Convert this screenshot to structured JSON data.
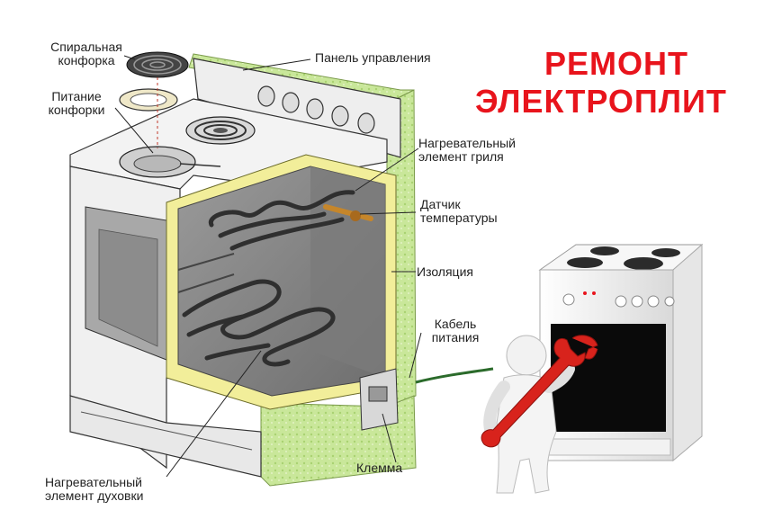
{
  "title": {
    "line1": "РЕМОНТ",
    "line2": "ЭЛЕКТРОПЛИТ"
  },
  "labels": {
    "spiral_burner_1": "Спиральная",
    "spiral_burner_2": "конфорка",
    "burner_power_1": "Питание",
    "burner_power_2": "конфорки",
    "control_panel": "Панель управления",
    "grill_element_1": "Нагревательный",
    "grill_element_2": "элемент гриля",
    "temp_sensor_1": "Датчик",
    "temp_sensor_2": "температуры",
    "insulation": "Изоляция",
    "power_cable_1": "Кабель",
    "power_cable_2": "питания",
    "terminal": "Клемма",
    "oven_element_1": "Нагревательный",
    "oven_element_2": "элемент духовки"
  },
  "colors": {
    "title_red": "#e8141c",
    "insulation_green": "#c9e79a",
    "insulation_yellow": "#f2ee9a",
    "oven_cavity": "#8a8a8a",
    "coil_dark": "#3a3a3a",
    "wrench_red": "#d8231c",
    "leader_line": "#222222"
  }
}
